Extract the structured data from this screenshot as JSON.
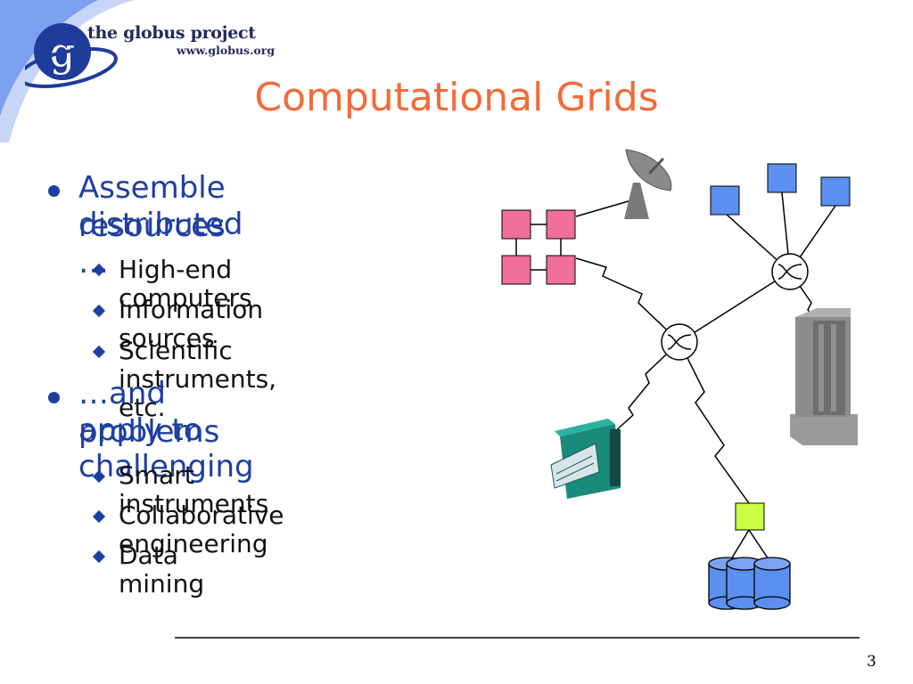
{
  "header": {
    "org_name": "the globus project",
    "org_url": "www.globus.org",
    "logo_letter": "g",
    "logo_icon": "globus-logo-icon"
  },
  "title": "Computational Grids",
  "bullets": [
    {
      "text_line1": "Assemble distributed",
      "text_line2": "resources …",
      "sub": [
        "High-end computers",
        "Information sources",
        "Scientific instruments, etc."
      ]
    },
    {
      "text_line1": "…and apply to challenging",
      "text_line2": "problems",
      "sub": [
        "Smart instruments",
        "Collaborative engineering",
        "Data mining"
      ]
    }
  ],
  "diagram": {
    "icons": [
      "satellite-dish-icon",
      "supercomputer-tower-icon",
      "instrument-machine-icon",
      "database-cylinders-icon",
      "router-switch-icon"
    ],
    "colors": {
      "pink_node": "#f0709a",
      "blue_node": "#5b8ff0",
      "lime_node": "#ccff44",
      "tower": "#888888",
      "instrument": "#1a8a7a"
    }
  },
  "footer": {
    "page_number": "3"
  },
  "colors": {
    "title": "#f26b3a",
    "bullet_text": "#1f3fa0",
    "sub_text": "#111111",
    "logo_blue": "#1f3c9a",
    "swoosh": "#6b8fe8"
  }
}
